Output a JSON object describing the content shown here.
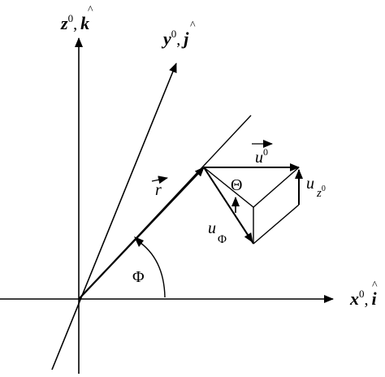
{
  "diagram": {
    "axes": {
      "x": {
        "var": "x",
        "sup": "0",
        "sep": ",",
        "unit": "i"
      },
      "y": {
        "var": "y",
        "sup": "0",
        "sep": ",",
        "unit": "j"
      },
      "z": {
        "var": "z",
        "sup": "0",
        "sep": ",",
        "unit": "k"
      },
      "hat_glyph": "^"
    },
    "vectors": {
      "r": {
        "name": "r"
      },
      "u0": {
        "name": "u",
        "sup": "0"
      }
    },
    "components": {
      "u_z0": {
        "base": "u",
        "sub": "z",
        "subsup": "0"
      },
      "u_phi": {
        "base": "u",
        "sub": "Φ"
      }
    },
    "angles": {
      "phi": "Φ",
      "theta": "Θ"
    },
    "colors": {
      "ink": "#000000",
      "background": "#ffffff"
    }
  }
}
